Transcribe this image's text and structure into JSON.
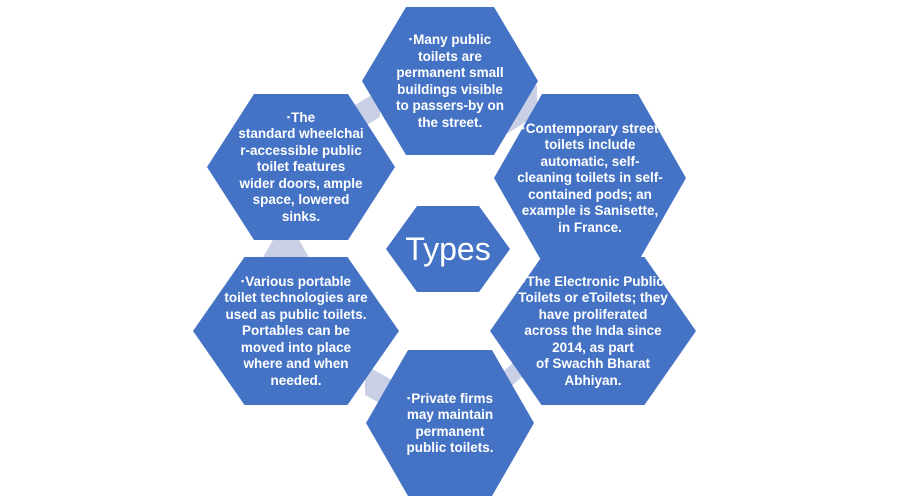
{
  "center": {
    "label": "Types"
  },
  "bullet": "▪",
  "items": [
    {
      "lines": [
        "Many public",
        "toilets are",
        "permanent small",
        "buildings visible",
        "to passers-by on",
        "the street."
      ]
    },
    {
      "lines": [
        "Contemporary street",
        "toilets include",
        "automatic, self-",
        "cleaning toilets in self-",
        "contained pods;  an",
        "example is Sanisette,",
        "in France."
      ]
    },
    {
      "lines": [
        "The Electronic Public",
        "Toilets or eToilets; they",
        "have proliferated",
        "across the Inda since",
        "2014, as part",
        "of Swachh Bharat",
        "Abhiyan."
      ]
    },
    {
      "lines": [
        "Private firms",
        "may maintain",
        "permanent",
        "public toilets."
      ]
    },
    {
      "lines": [
        "Various portable",
        "toilet technologies are",
        "used as public toilets.",
        "Portables can be",
        "moved into place",
        "where and when",
        "needed."
      ]
    },
    {
      "lines": [
        "The",
        "standard wheelchai",
        "r-accessible public",
        "toilet features",
        "wider doors, ample",
        "space, lowered",
        "sinks."
      ]
    }
  ],
  "colors": {
    "hex_fill": "#4472c4",
    "connector": "#c9d0e6",
    "text": "#ffffff"
  }
}
